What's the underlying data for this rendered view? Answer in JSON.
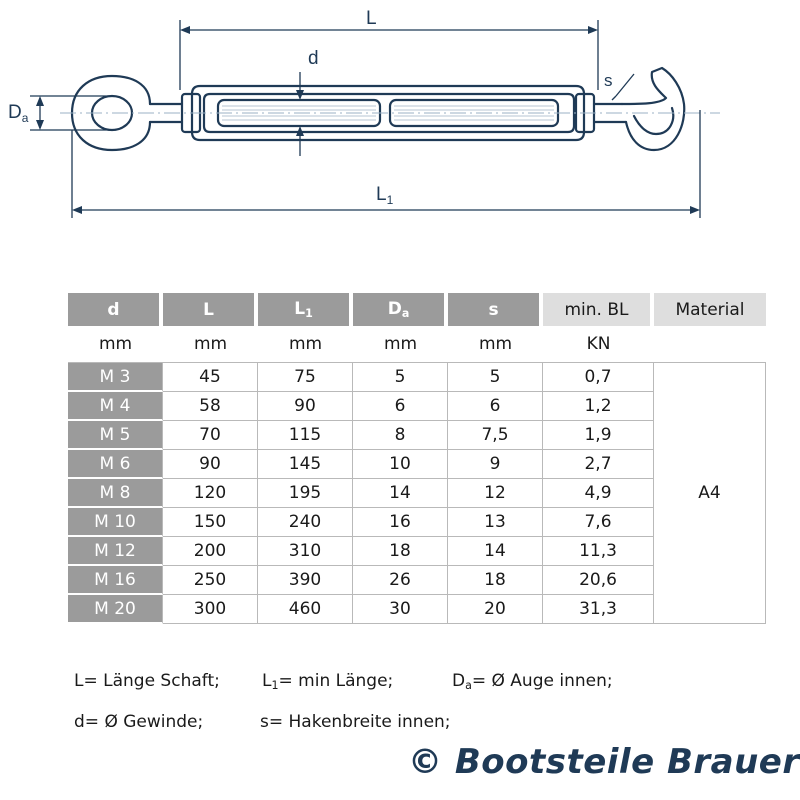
{
  "drawing": {
    "label_L": "L",
    "label_d": "d",
    "label_s": "s",
    "label_Da_main": "D",
    "label_Da_sub": "a",
    "label_L1_main": "L",
    "label_L1_sub": "1"
  },
  "table": {
    "headers": [
      {
        "main": "d",
        "sub": ""
      },
      {
        "main": "L",
        "sub": ""
      },
      {
        "main": "L",
        "sub": "1"
      },
      {
        "main": "D",
        "sub": "a"
      },
      {
        "main": "s",
        "sub": ""
      },
      {
        "main": "min. BL",
        "sub": ""
      },
      {
        "main": "Material",
        "sub": ""
      }
    ],
    "units": [
      "mm",
      "mm",
      "mm",
      "mm",
      "mm",
      "KN",
      ""
    ],
    "rows": [
      [
        "M 3",
        "45",
        "75",
        "5",
        "5",
        "0,7"
      ],
      [
        "M 4",
        "58",
        "90",
        "6",
        "6",
        "1,2"
      ],
      [
        "M 5",
        "70",
        "115",
        "8",
        "7,5",
        "1,9"
      ],
      [
        "M 6",
        "90",
        "145",
        "10",
        "9",
        "2,7"
      ],
      [
        "M 8",
        "120",
        "195",
        "14",
        "12",
        "4,9"
      ],
      [
        "M 10",
        "150",
        "240",
        "16",
        "13",
        "7,6"
      ],
      [
        "M 12",
        "200",
        "310",
        "18",
        "14",
        "11,3"
      ],
      [
        "M 16",
        "250",
        "390",
        "26",
        "18",
        "20,6"
      ],
      [
        "M 20",
        "300",
        "460",
        "30",
        "20",
        "31,3"
      ]
    ],
    "material": "A4"
  },
  "legend": {
    "line1": {
      "l": "L= Länge Schaft;",
      "l1_main": "L",
      "l1_sub": "1",
      "l1_rest": "=  min Länge;",
      "da_main": "D",
      "da_sub": "a",
      "da_rest": "= Ø Auge innen;"
    },
    "line2": {
      "d": "d= Ø Gewinde;",
      "s": "s= Hakenbreite innen;"
    }
  },
  "copyright": "© Bootsteile Brauer",
  "colors": {
    "line": "#1f3a56",
    "header_dark": "#9b9b9b",
    "header_light": "#dedede",
    "copyright": "#1f3a56"
  }
}
